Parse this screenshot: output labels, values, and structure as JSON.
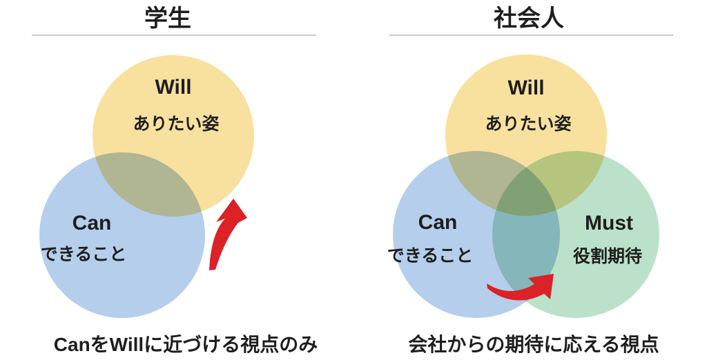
{
  "left_panel": {
    "title": "学生",
    "caption": "CanをWillに近づける視点のみ",
    "circles": {
      "will": {
        "label": "Will",
        "sublabel": "ありたい姿"
      },
      "can": {
        "label": "Can",
        "sublabel": "できること"
      }
    }
  },
  "right_panel": {
    "title": "社会人",
    "caption": "会社からの期待に応える視点",
    "circles": {
      "will": {
        "label": "Will",
        "sublabel": "ありたい姿"
      },
      "can": {
        "label": "Can",
        "sublabel": "できること"
      },
      "must": {
        "label": "Must",
        "sublabel": "役割期待"
      }
    }
  },
  "colors": {
    "will_circle": "#F8E09E",
    "can_circle": "#B5CEEB",
    "must_circle": "#BBE1CA",
    "arrow": "#DC2127",
    "text": "#1E1E1E",
    "underline": "#C9C9C9"
  }
}
